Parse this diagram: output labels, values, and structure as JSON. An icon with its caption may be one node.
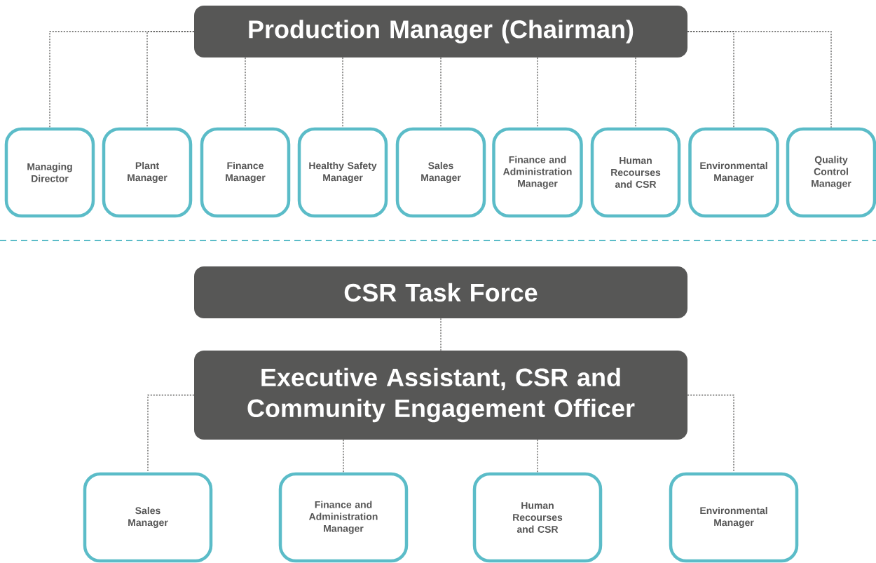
{
  "diagram": {
    "nodes": [
      {
        "text": [
          "Production Manager (Chairman)"
        ]
      },
      {
        "text": [
          "Managing Director"
        ]
      },
      {
        "text": [
          "Plant Manager"
        ]
      },
      {
        "text": [
          "Finance Manager"
        ]
      },
      {
        "text": [
          "Healthy Safety Manager"
        ]
      },
      {
        "text": [
          "Sales Manager"
        ]
      },
      {
        "text": [
          "Finance and Administration Manager"
        ]
      },
      {
        "text": [
          "Human Recourses and CSR"
        ]
      },
      {
        "text": [
          "Environmental Manager"
        ]
      },
      {
        "text": [
          "Quality Control Manager"
        ]
      },
      {
        "text": [
          "CSR Task Force"
        ]
      },
      {
        "text": [
          "Executive Assistant, CSR and Community Engagement Officer"
        ]
      },
      {
        "text": [
          "Sales Manager"
        ]
      },
      {
        "text": [
          "Finance and Administration Manager"
        ]
      },
      {
        "text": [
          "Human Recourses and CSR"
        ]
      },
      {
        "text": [
          "Environmental Manager"
        ]
      }
    ],
    "edges": [
      {
        "from": 0,
        "to": 1,
        "arrow": "none"
      },
      {
        "from": 0,
        "to": 2,
        "arrow": "none"
      },
      {
        "from": 0,
        "to": 3,
        "arrow": "none"
      },
      {
        "from": 0,
        "to": 4,
        "arrow": "none"
      },
      {
        "from": 0,
        "to": 5,
        "arrow": "none"
      },
      {
        "from": 0,
        "to": 6,
        "arrow": "none"
      },
      {
        "from": 0,
        "to": 7,
        "arrow": "none"
      },
      {
        "from": 0,
        "to": 8,
        "arrow": "none"
      },
      {
        "from": 0,
        "to": 9,
        "arrow": "none"
      },
      {
        "from": 10,
        "to": 11,
        "arrow": "none"
      },
      {
        "from": 11,
        "to": 12,
        "arrow": "none"
      },
      {
        "from": 11,
        "to": 13,
        "arrow": "none"
      },
      {
        "from": 11,
        "to": 14,
        "arrow": "none"
      },
      {
        "from": 11,
        "to": 15,
        "arrow": "none"
      }
    ]
  }
}
